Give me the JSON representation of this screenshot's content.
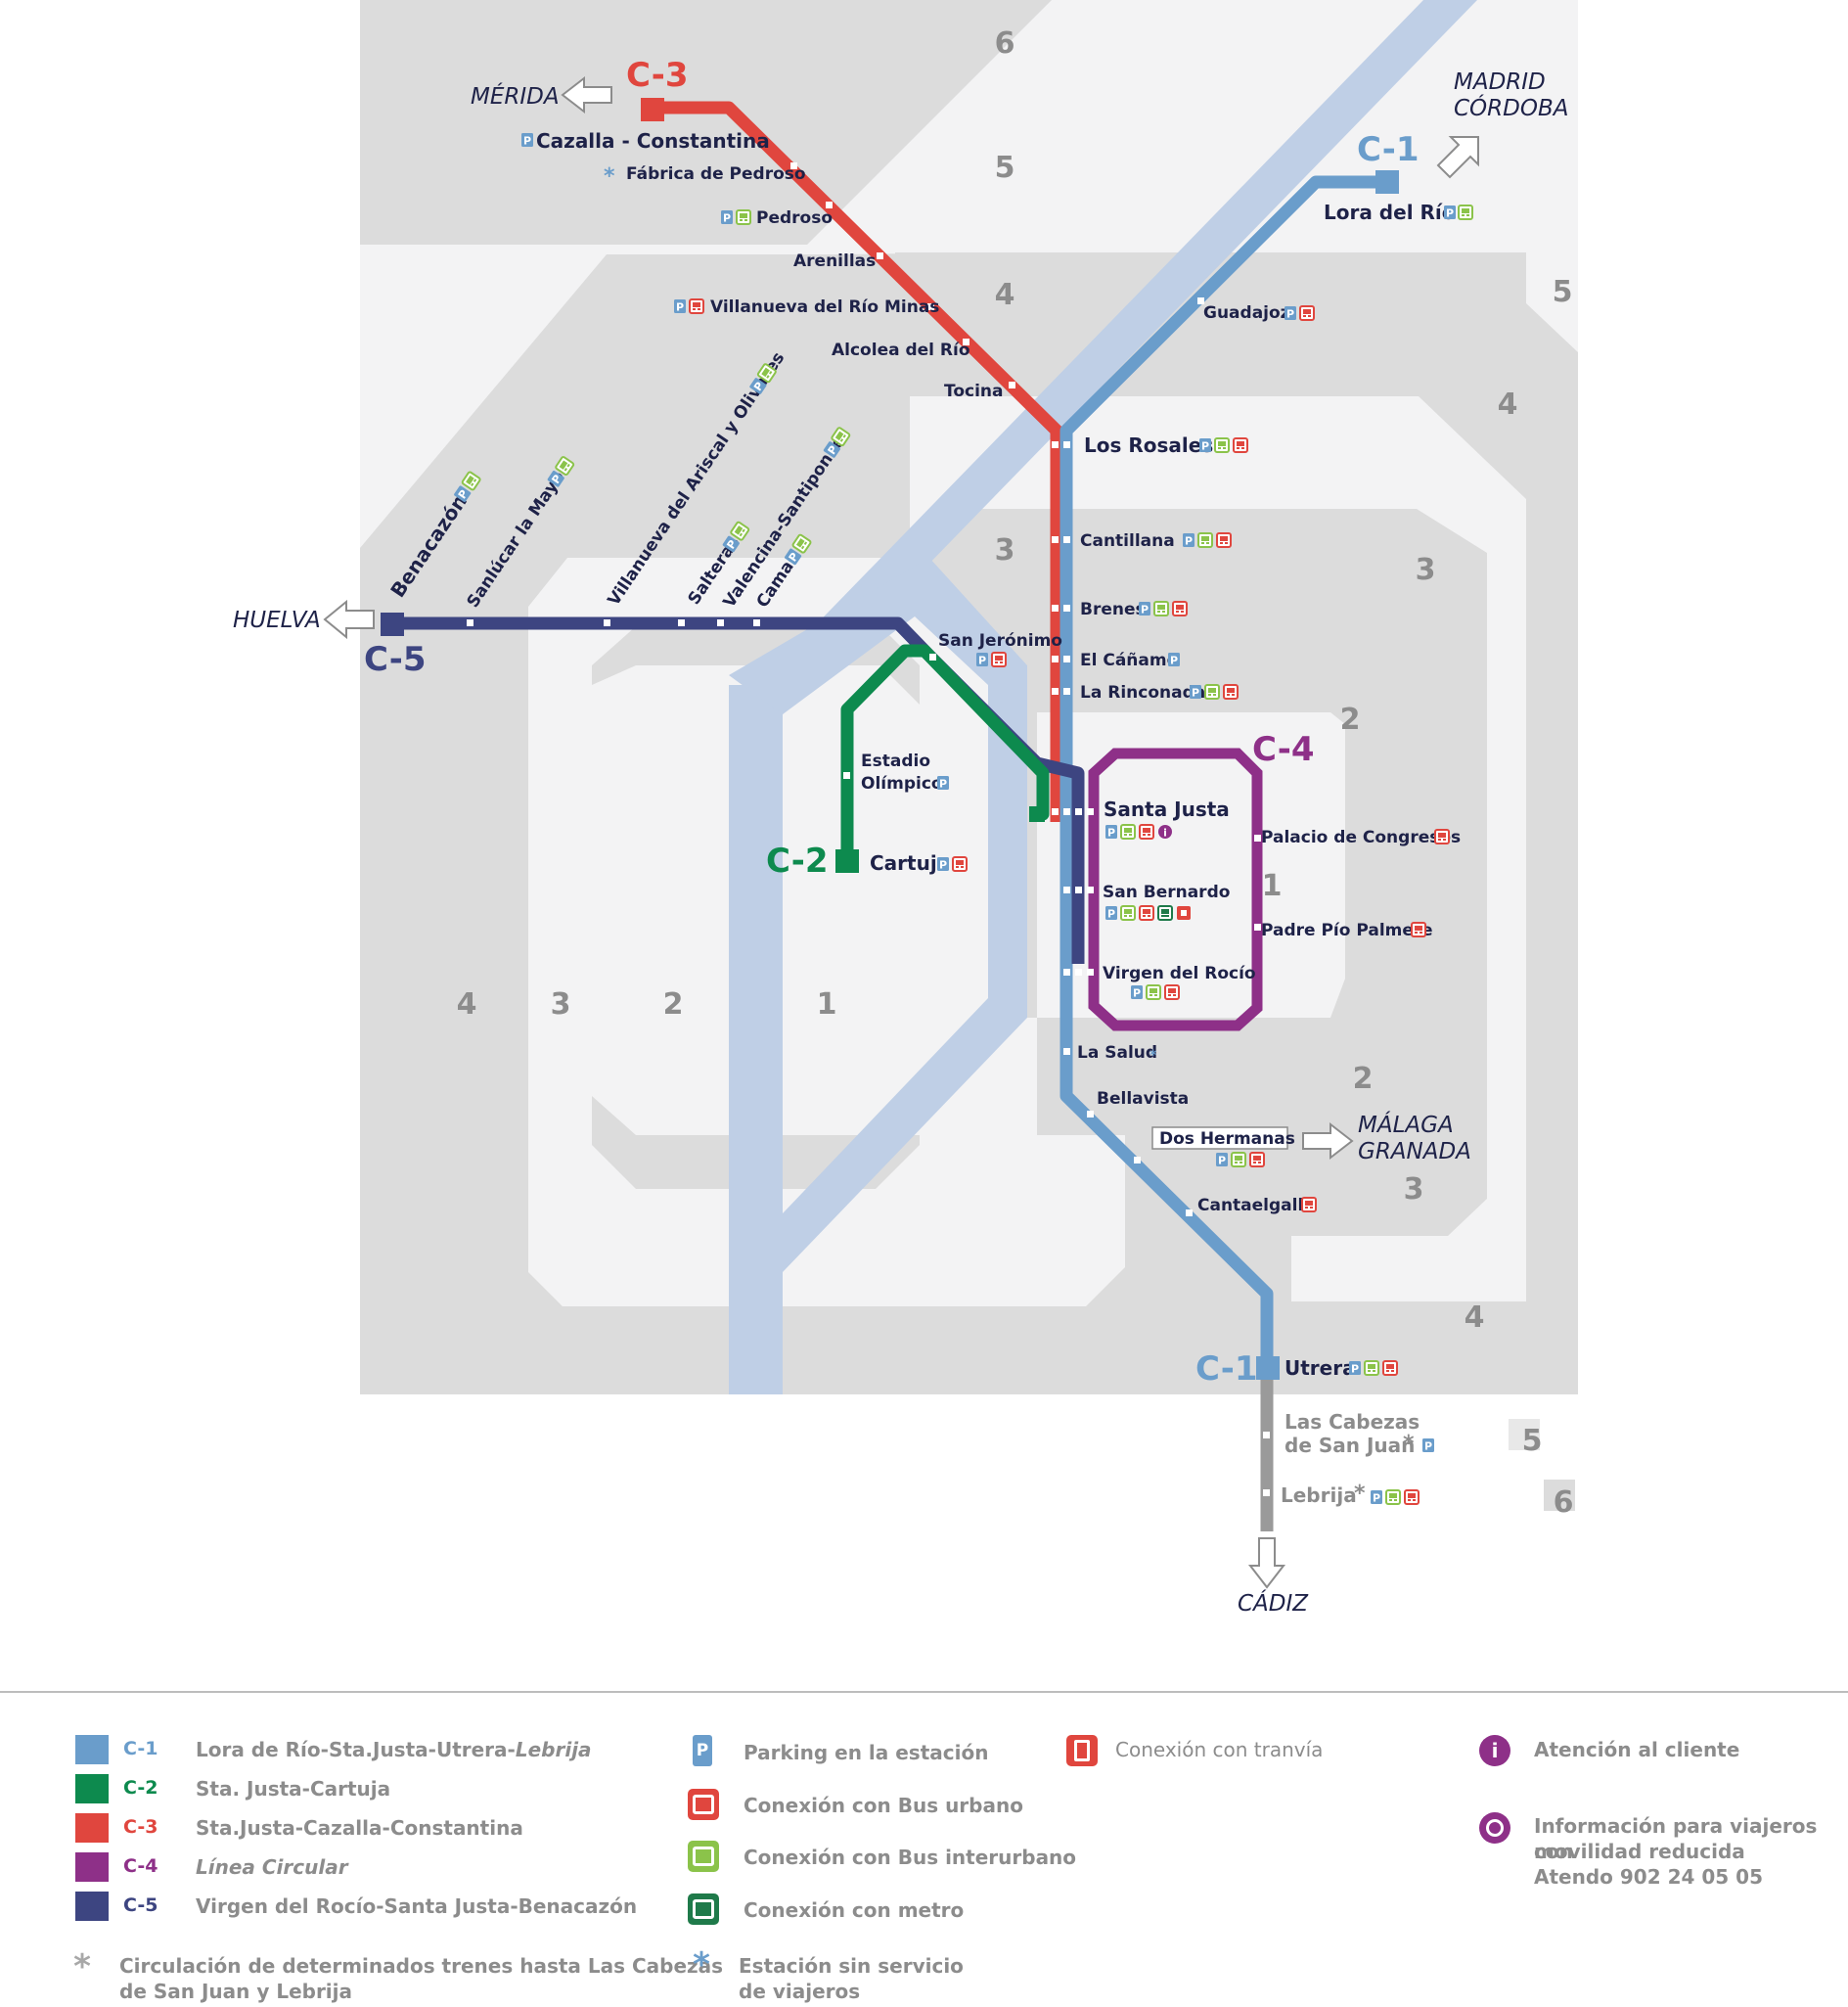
{
  "colors": {
    "c1": "#6a9dcb",
    "c2": "#0d8a4e",
    "c3": "#e0463e",
    "c4": "#8e3088",
    "c5": "#3d4581",
    "gray": "#9a9a9a",
    "zone_dark": "#dcdcdc",
    "zone_light": "#f3f3f4",
    "river": "#bfcfe6",
    "text": "#1e2248"
  },
  "lines": {
    "c1": "C-1",
    "c2": "C-2",
    "c3": "C-3",
    "c4": "C-4",
    "c5": "C-5"
  },
  "directions": {
    "merida": "MÉRIDA",
    "madrid": "MADRID",
    "cordoba": "CÓRDOBA",
    "huelva": "HUELVA",
    "malaga": "MÁLAGA",
    "granada": "GRANADA",
    "cadiz": "CÁDIZ"
  },
  "stations": {
    "cazalla": "Cazalla - Constantina",
    "fabrica": "Fábrica de Pedroso",
    "pedroso": "Pedroso",
    "arenillas": "Arenillas",
    "villanueva_minas": "Villanueva del Río Minas",
    "alcolea": "Alcolea del Río",
    "tocina": "Tocina",
    "lora": "Lora del Río",
    "guadajoz": "Guadajoz",
    "rosales": "Los Rosales",
    "cantillana": "Cantillana",
    "brenes": "Brenes",
    "canamo": "El Cáñamo",
    "rinconada": "La Rinconada",
    "benacazon": "Benacazón",
    "sanlucar": "Sanlúcar la Mayor",
    "villanueva_ariscal": "Villanueva del Ariscal y Olivares",
    "salteras": "Salteras",
    "valencina": "Valencina-Santiponce",
    "camas": "Camas",
    "san_jeronimo": "San Jerónimo",
    "estadio": "Estadio",
    "olimpico": "Olímpico",
    "cartuja": "Cartuja",
    "santa_justa": "Santa Justa",
    "san_bernardo": "San Bernardo",
    "virgen_rocio": "Virgen del Rocío",
    "la_salud": "La Salud",
    "bellavista": "Bellavista",
    "dos_hermanas": "Dos Hermanas",
    "cantaelgallo": "Cantaelgallo",
    "palacio": "Palacio de Congresos",
    "padre_pio": "Padre Pío Palmete",
    "utrera": "Utrera",
    "cabezas_1": "Las Cabezas",
    "cabezas_2": "de San Juan",
    "lebrija": "Lebrija"
  },
  "zones": {
    "z1": "1",
    "z2": "2",
    "z3": "3",
    "z4": "4",
    "z5": "5",
    "z6": "6"
  },
  "symbols": {
    "parking": "P",
    "info": "i",
    "asterisk": "*"
  },
  "legend": {
    "lines": [
      {
        "code": "C-1",
        "name": "Lora de Río-Sta.Justa-Utrera-",
        "name_italic": "Lebrija"
      },
      {
        "code": "C-2",
        "name": "Sta. Justa-Cartuja"
      },
      {
        "code": "C-3",
        "name": "Sta.Justa-Cazalla-Constantina"
      },
      {
        "code": "C-4",
        "name": "Línea Circular"
      },
      {
        "code": "C-5",
        "name": "Virgen del Rocío-Santa Justa-Benacazón"
      }
    ],
    "parking": "Parking en la estación",
    "bus_urbano": "Conexión con Bus urbano",
    "bus_interurbano": "Conexión con Bus interurbano",
    "metro": "Conexión con metro",
    "tranvia": "Conexión con tranvía",
    "atencion": "Atención al cliente",
    "movilidad_1": "Información para viajeros con",
    "movilidad_2": "movilidad reducida",
    "movilidad_3": "Atendo 902 24 05 05",
    "nota_1": "Circulación de determinados trenes hasta Las Cabezas",
    "nota_2": "de San Juan y Lebrija",
    "sin_servicio_1": "Estación sin servicio",
    "sin_servicio_2": "de viajeros"
  }
}
